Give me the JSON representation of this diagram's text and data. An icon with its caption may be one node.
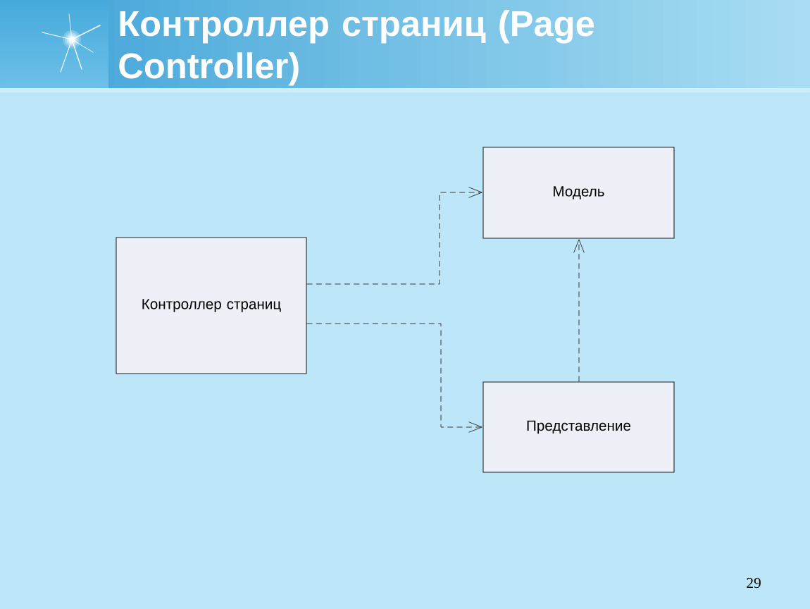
{
  "diagram": {
    "title": "Контроллер страниц (Page Controller)",
    "nodes": [
      {
        "text": [
          "Контроллер страниц"
        ]
      },
      {
        "text": [
          "Модель"
        ]
      },
      {
        "text": [
          "Представление"
        ]
      }
    ],
    "edges": [
      {
        "from": 0,
        "to": 1,
        "arrow": "to",
        "style": "dashed"
      },
      {
        "from": 0,
        "to": 2,
        "arrow": "to",
        "style": "dashed"
      },
      {
        "from": 2,
        "to": 1,
        "arrow": "to",
        "style": "dashed"
      }
    ],
    "labels": [
      "29"
    ]
  }
}
